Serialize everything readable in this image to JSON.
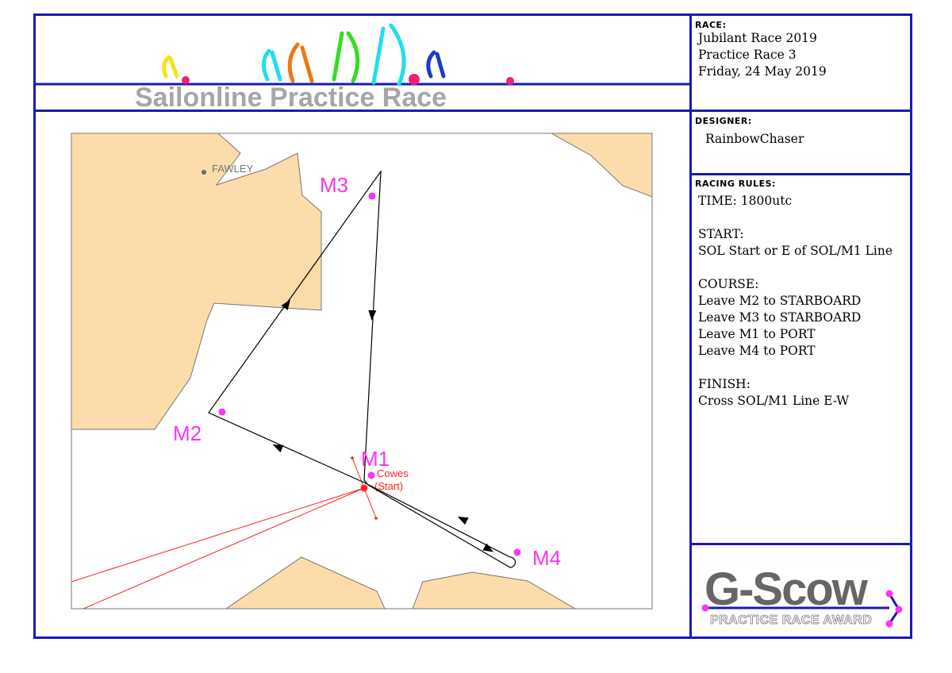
{
  "header": {
    "title": "Sailonline Practice Race"
  },
  "race": {
    "label": "RACE:",
    "lines": [
      "Jubilant Race 2019",
      "Practice Race 3",
      "Friday, 24 May 2019"
    ]
  },
  "designer": {
    "label": "DESIGNER:",
    "name": "RainbowChaser"
  },
  "rules": {
    "label": "RACING RULES:",
    "time": "TIME: 1800utc",
    "start_heading": "START:",
    "start_text": "SOL Start or E of SOL/M1 Line",
    "course_heading": "COURSE:",
    "course": [
      "Leave M2 to STARBOARD",
      "Leave M3 to STARBOARD",
      "Leave M1 to PORT",
      "Leave M4 to PORT"
    ],
    "finish_heading": "FINISH:",
    "finish_text": "Cross SOL/M1 Line E-W"
  },
  "map": {
    "place_label": "FAWLEY",
    "start_label_1": "Cowes",
    "start_label_2": "(Start)",
    "marks": [
      {
        "label": "M1"
      },
      {
        "label": "M2"
      },
      {
        "label": "M3"
      },
      {
        "label": "M4"
      }
    ],
    "colors": {
      "land": "#fcdcaa",
      "mark": "#ff33ee",
      "course": "#000000",
      "start": "#ff2020"
    }
  },
  "award": {
    "title": "G-Scow",
    "subtitle": "PRACTICE RACE AWARD"
  },
  "colors": {
    "frame": "#1a1ab4"
  }
}
